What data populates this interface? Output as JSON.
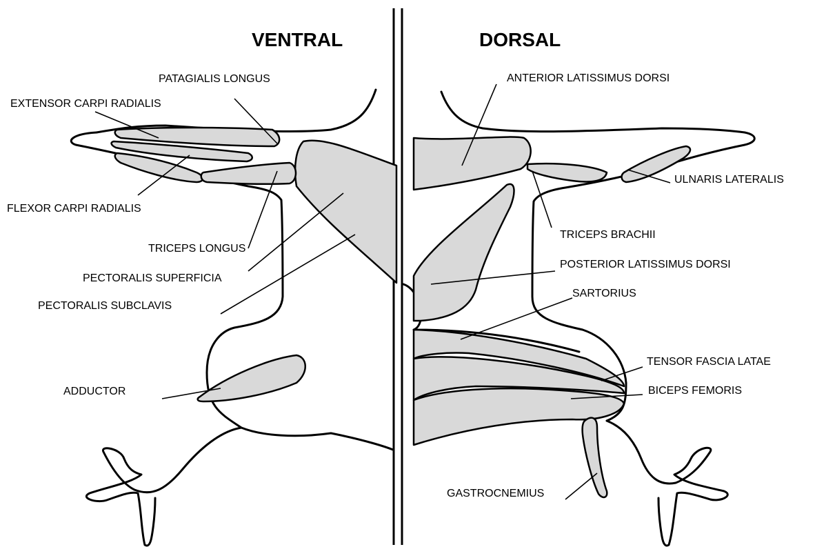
{
  "headings": {
    "ventral": "VENTRAL",
    "dorsal": "DORSAL"
  },
  "ventral_labels": {
    "patagialis_longus": "PATAGIALIS LONGUS",
    "extensor_carpi_radialis": "EXTENSOR CARPI RADIALIS",
    "flexor_carpi_radialis": "FLEXOR CARPI RADIALIS",
    "triceps_longus": "TRICEPS LONGUS",
    "pectoralis_superficia": "PECTORALIS SUPERFICIA",
    "pectoralis_subclavis": "PECTORALIS SUBCLAVIS",
    "adductor": "ADDUCTOR"
  },
  "dorsal_labels": {
    "anterior_latissimus_dorsi": "ANTERIOR LATISSIMUS DORSI",
    "ulnaris_lateralis": "ULNARIS LATERALIS",
    "triceps_brachii": "TRICEPS BRACHII",
    "posterior_latissimus_dorsi": "POSTERIOR LATISSIMUS DORSI",
    "sartorius": "SARTORIUS",
    "tensor_fascia_latae": "TENSOR FASCIA LATAE",
    "biceps_femoris": "BICEPS FEMORIS",
    "gastrocnemius": "GASTROCNEMIUS"
  }
}
